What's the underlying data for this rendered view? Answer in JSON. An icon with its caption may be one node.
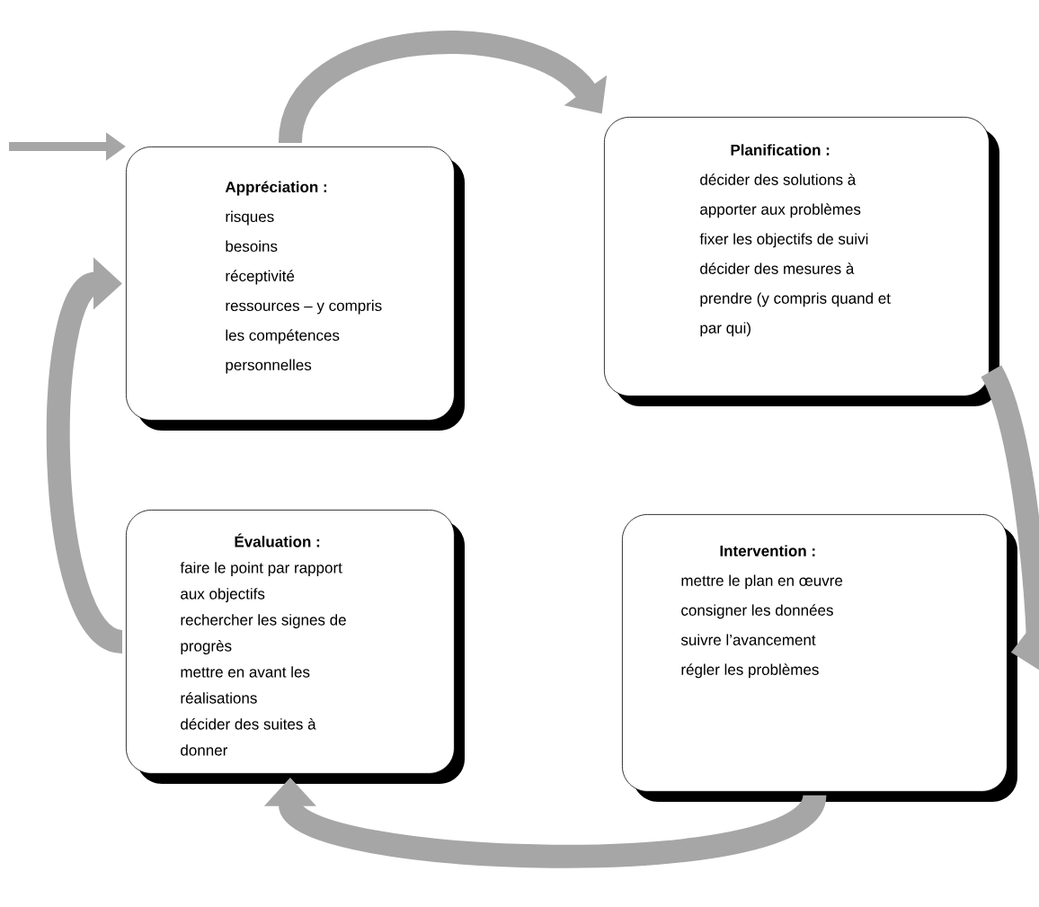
{
  "diagram": {
    "nodes": [
      {
        "text": [
          "Appréciation :",
          "risques",
          "besoins",
          "réceptivité",
          "ressources – y compris les compétences personnelles"
        ]
      },
      {
        "text": [
          "Planification :",
          "décider des solutions à apporter aux problèmes",
          "fixer les objectifs de suivi",
          "décider des mesures à prendre (y compris quand et par qui)"
        ]
      },
      {
        "text": [
          "Évaluation :",
          "faire le point par rapport aux objectifs",
          "rechercher les signes de progrès",
          "mettre en avant les réalisations",
          "décider des suites à donner"
        ]
      },
      {
        "text": [
          "Intervention :",
          "mettre le plan en œuvre",
          "consigner les données",
          "suivre l’avancement",
          "régler les problèmes"
        ]
      }
    ],
    "edges": [
      {
        "from": 0,
        "to": 1,
        "arrow": "to"
      },
      {
        "from": 1,
        "to": 3,
        "arrow": "to"
      },
      {
        "from": 3,
        "to": 2,
        "arrow": "to"
      },
      {
        "from": 2,
        "to": 0,
        "arrow": "to"
      },
      {
        "from": null,
        "to": 0,
        "arrow": "to"
      }
    ]
  }
}
